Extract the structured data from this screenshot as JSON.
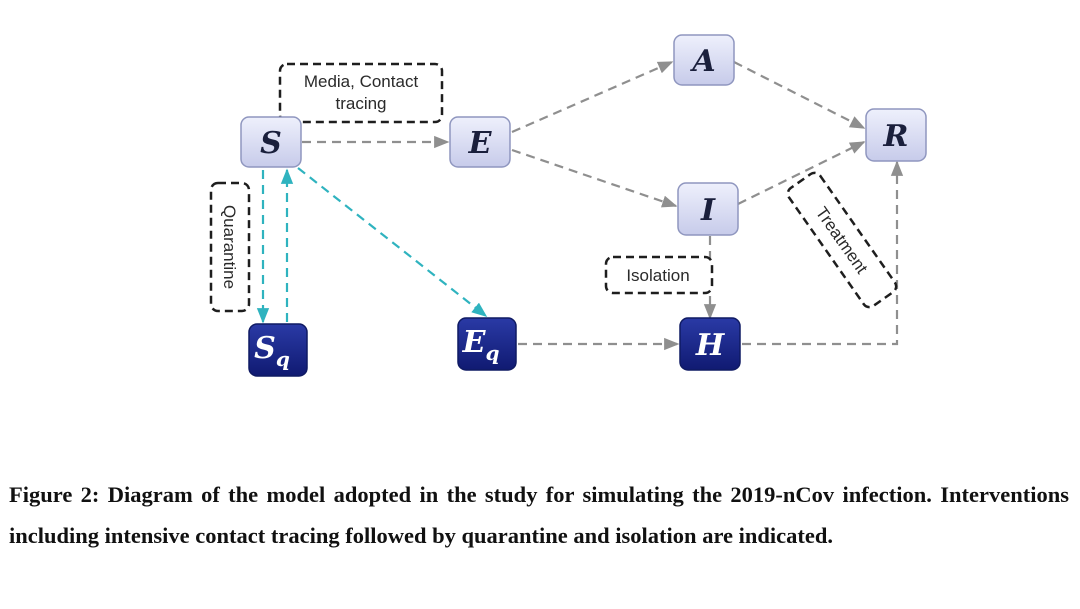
{
  "nodes": {
    "S": {
      "label": "S"
    },
    "E": {
      "label": "E"
    },
    "A": {
      "label": "A"
    },
    "I": {
      "label": "I"
    },
    "R": {
      "label": "R"
    },
    "Sq": {
      "label": "S",
      "sub": "q"
    },
    "Eq": {
      "label": "E",
      "sub": "q"
    },
    "H": {
      "label": "H"
    }
  },
  "annotations": {
    "media_line1": "Media, Contact",
    "media_line2": "tracing",
    "quarantine": "Quarantine",
    "isolation": "Isolation",
    "treatment": "Treatment"
  },
  "caption": "Figure 2: Diagram of the model adopted in the study for simulating the 2019-nCov infection. Interventions including intensive contact tracing followed by quarantine and isolation are indicated.",
  "colors": {
    "light_node_fill": "#dcdff5",
    "dark_node_fill": "#1b2a8c",
    "grey_arrow": "#8f8f8f",
    "teal_arrow": "#2fb3bf"
  }
}
